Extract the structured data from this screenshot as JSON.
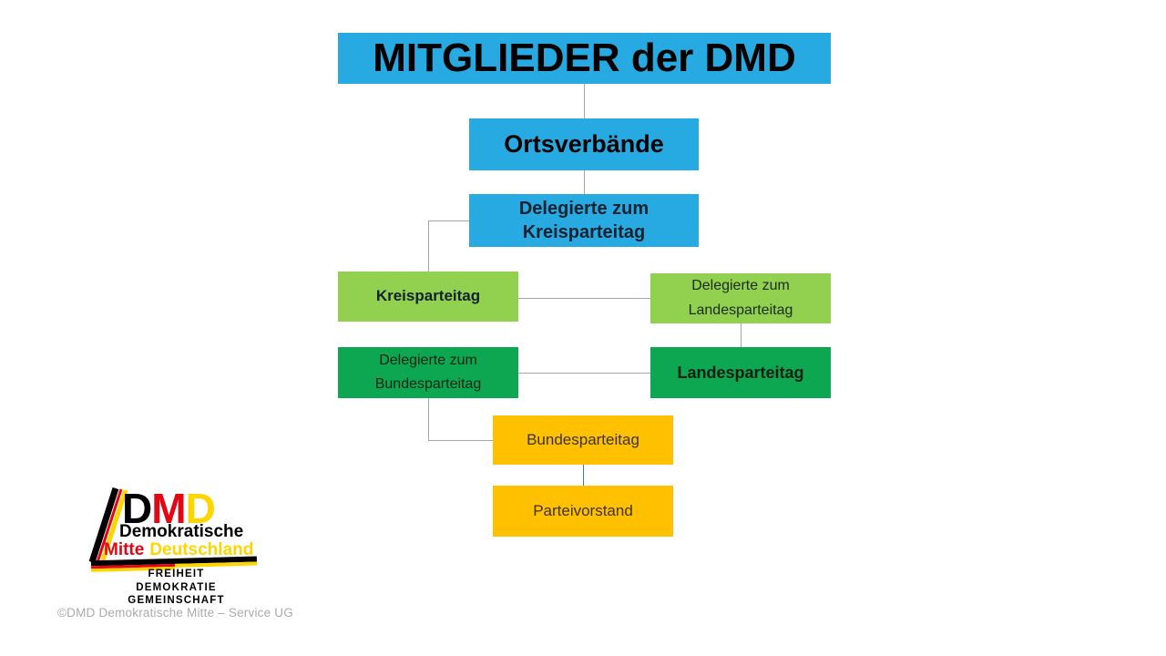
{
  "diagram": {
    "title": "MITGLIEDER der DMD",
    "nodes": {
      "mitglieder": {
        "label": "MITGLIEDER der DMD",
        "color": "#27AAE1"
      },
      "ortsverbaende": {
        "label": "Ortsverbände",
        "color": "#27AAE1"
      },
      "delegierte_kreisparteitag": {
        "label": "Delegierte zum\nKreisparteitag",
        "color": "#27AAE1"
      },
      "kreisparteitag": {
        "label": "Kreisparteitag",
        "color": "#92D050"
      },
      "delegierte_landesparteitag": {
        "label": "Delegierte zum\nLandesparteitag",
        "color": "#92D050"
      },
      "delegierte_bundesparteitag": {
        "label": "Delegierte zum\nBundesparteitag",
        "color": "#0CA750"
      },
      "landesparteitag": {
        "label": "Landesparteitag",
        "color": "#0CA750"
      },
      "bundesparteitag": {
        "label": "Bundesparteitag",
        "color": "#FFC000"
      },
      "parteivorstand": {
        "label": "Parteivorstand",
        "color": "#FFC000"
      }
    },
    "edges": [
      {
        "from": "mitglieder",
        "to": "ortsverbaende"
      },
      {
        "from": "ortsverbaende",
        "to": "delegierte_kreisparteitag"
      },
      {
        "from": "delegierte_kreisparteitag",
        "to": "kreisparteitag"
      },
      {
        "from": "kreisparteitag",
        "to": "delegierte_landesparteitag"
      },
      {
        "from": "delegierte_landesparteitag",
        "to": "landesparteitag"
      },
      {
        "from": "delegierte_bundesparteitag",
        "to": "landesparteitag"
      },
      {
        "from": "delegierte_bundesparteitag",
        "to": "bundesparteitag"
      },
      {
        "from": "bundesparteitag",
        "to": "parteivorstand"
      }
    ],
    "connector_colors": {
      "default": "#A6A6A6",
      "accent": "#4472C4"
    }
  },
  "logo": {
    "acronym": {
      "d1": "D",
      "m": "M",
      "d2": "D"
    },
    "line1": "Demokratische",
    "line2_word1": "Mitte",
    "line2_word2": "Deutschland",
    "motto": {
      "line1": "FREIHEIT",
      "line2": "DEMOKRATIE",
      "line3": "GEMEINSCHAFT"
    },
    "colors": {
      "black": "#000000",
      "red": "#E30613",
      "yellow": "#FFD500"
    }
  },
  "footer": {
    "copyright": "©DMD Demokratische Mitte – Service UG"
  }
}
